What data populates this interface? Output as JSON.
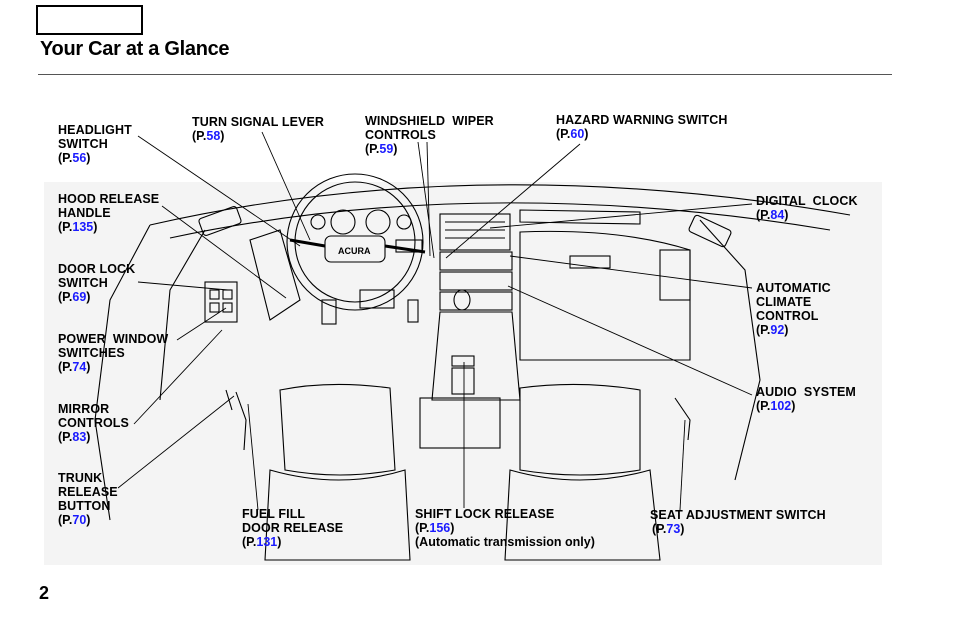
{
  "page": {
    "title": "Your Car at a Glance",
    "number": "2"
  },
  "colors": {
    "link": "#1a1aff",
    "ink": "#000000"
  },
  "callouts": {
    "headlight": {
      "name": "HEADLIGHT\nSWITCH",
      "ref_prefix": "(P.",
      "page": "56",
      "ref_suffix": ")"
    },
    "hood": {
      "name": "HOOD RELEASE\nHANDLE",
      "ref_prefix": "(P.",
      "page": "135",
      "ref_suffix": ")"
    },
    "doorlock": {
      "name": "DOOR LOCK\nSWITCH",
      "ref_prefix": "(P.",
      "page": "69",
      "ref_suffix": ")"
    },
    "powerwindow": {
      "name": "POWER  WINDOW\nSWITCHES",
      "ref_prefix": "(P.",
      "page": "74",
      "ref_suffix": ")"
    },
    "mirror": {
      "name": "MIRROR\nCONTROLS",
      "ref_prefix": "(P.",
      "page": "83",
      "ref_suffix": ")"
    },
    "trunk": {
      "name": "TRUNK\nRELEASE\nBUTTON",
      "ref_prefix": "(P.",
      "page": "70",
      "ref_suffix": ")"
    },
    "turnsignal": {
      "name": "TURN SIGNAL LEVER",
      "ref_prefix": "(P.",
      "page": "58",
      "ref_suffix": ")"
    },
    "wiper": {
      "name": "WINDSHIELD  WIPER\nCONTROLS",
      "ref_prefix": "(P.",
      "page": "59",
      "ref_suffix": ")"
    },
    "hazard": {
      "name": "HAZARD WARNING SWITCH",
      "ref_prefix": "(P.",
      "page": "60",
      "ref_suffix": ")"
    },
    "clock": {
      "name": "DIGITAL  CLOCK",
      "ref_prefix": "(P.",
      "page": "84",
      "ref_suffix": ")"
    },
    "climate": {
      "name": "AUTOMATIC\nCLIMATE\nCONTROL",
      "ref_prefix": "(P.",
      "page": "92",
      "ref_suffix": ")"
    },
    "audio": {
      "name": "AUDIO  SYSTEM",
      "ref_prefix": "(P.",
      "page": "102",
      "ref_suffix": ")"
    },
    "fuel": {
      "name": "FUEL FILL\nDOOR RELEASE",
      "ref_prefix": "(P.",
      "page": "131",
      "ref_suffix": ")"
    },
    "shiftlock": {
      "name": "SHIFT LOCK RELEASE",
      "ref_prefix": "(P.",
      "page": "156",
      "ref_suffix": ")",
      "note": "(Automatic transmission only)"
    },
    "seat": {
      "name": "SEAT ADJUSTMENT SWITCH",
      "ref_prefix": "(P.",
      "page": "73",
      "ref_suffix": ")"
    }
  },
  "illustration": {
    "steering_badge": "ACURA"
  }
}
